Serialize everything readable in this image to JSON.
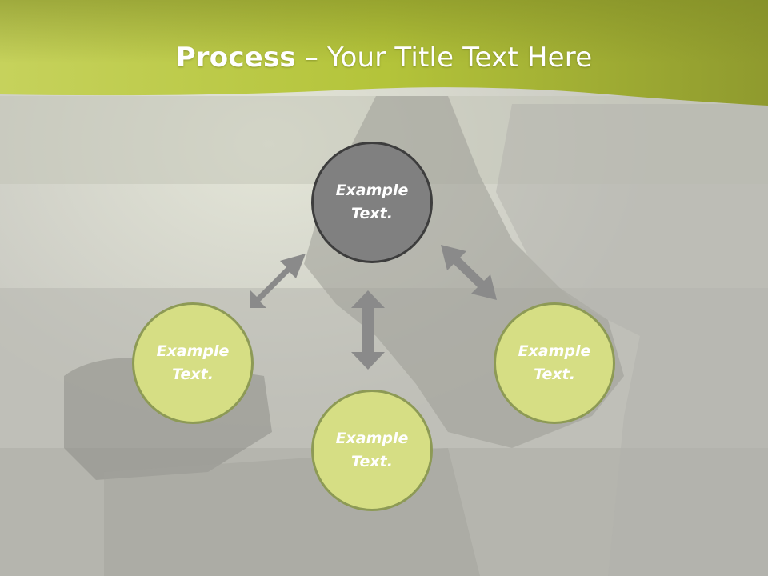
{
  "title": {
    "bold": "Process",
    "rest": " – Your Title Text Here"
  },
  "nodes": {
    "center": "Example Text.",
    "left": "Example Text.",
    "bottom": "Example Text.",
    "right": "Example Text."
  },
  "colors": {
    "header_green": "#b9c83a",
    "node_green_fill": "#d6de84",
    "node_green_border": "#8d9a55",
    "center_fill": "#808080",
    "center_border": "#3d3d3d",
    "arrow": "#8a8a8a"
  }
}
